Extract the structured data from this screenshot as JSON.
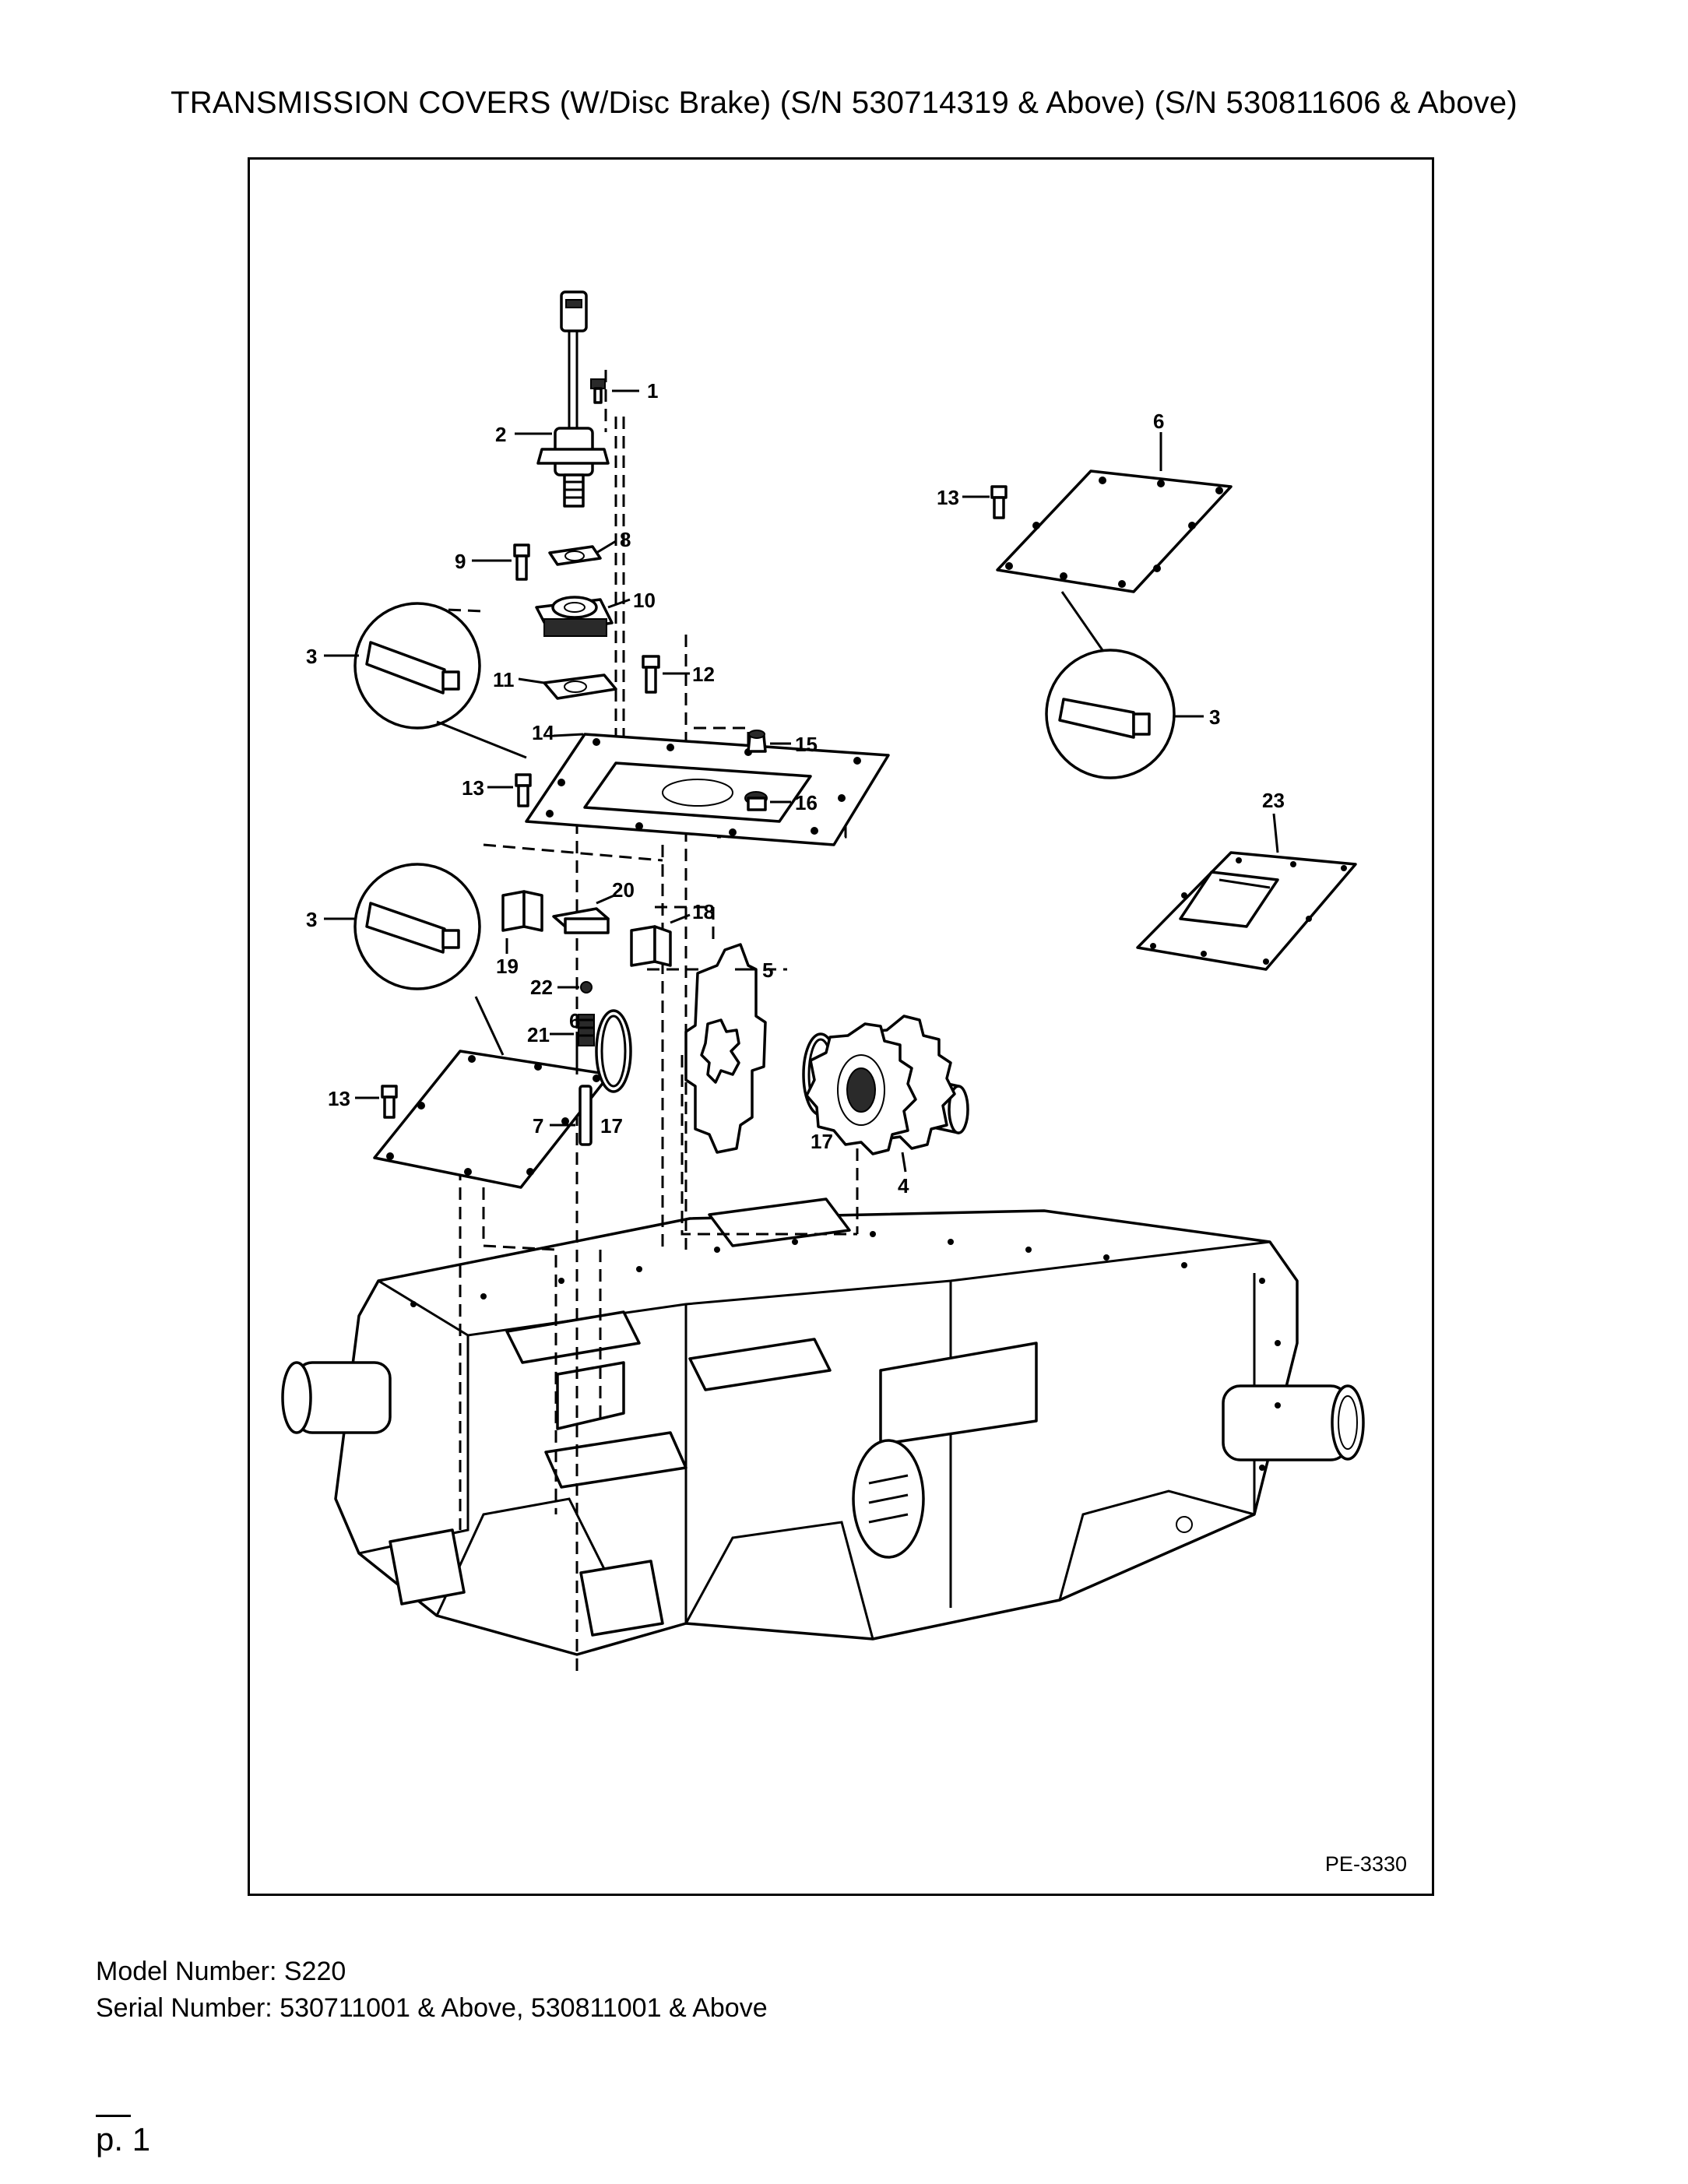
{
  "header": {
    "title": "TRANSMISSION COVERS (W/Disc Brake) (S/N 530714319 & Above) (S/N 530811606 & Above)"
  },
  "diagram": {
    "figure_code": "PE-3330",
    "callouts": [
      "1",
      "2",
      "3",
      "4",
      "5",
      "6",
      "7",
      "8",
      "9",
      "10",
      "11",
      "12",
      "13",
      "14",
      "15",
      "16",
      "17",
      "18",
      "19",
      "20",
      "21",
      "22",
      "23"
    ]
  },
  "footer": {
    "model_line": "Model Number: S220",
    "serial_line": "Serial Number: 530711001 & Above, 530811001 & Above",
    "page": "p. 1"
  },
  "colors": {
    "ink": "#000000",
    "paper": "#ffffff"
  }
}
